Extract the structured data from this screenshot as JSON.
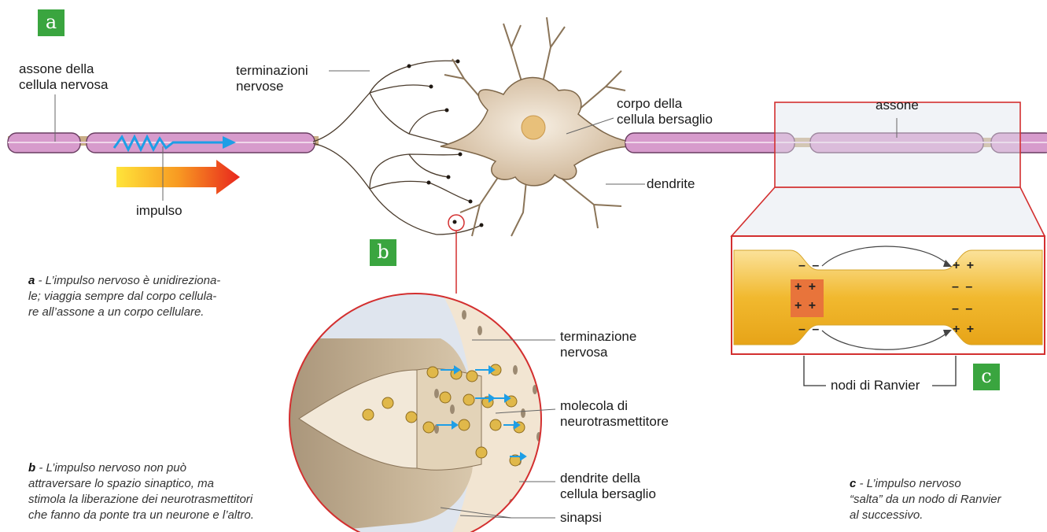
{
  "badges": {
    "a": "a",
    "b": "b",
    "c": "c"
  },
  "labels": {
    "axon_of_nerve_cell_line1": "assone della",
    "axon_of_nerve_cell_line2": "cellula nervosa",
    "nerve_endings_line1": "terminazioni",
    "nerve_endings_line2": "nervose",
    "target_cell_body_line1": "corpo della",
    "target_cell_body_line2": "cellula bersaglio",
    "dendrite": "dendrite",
    "impulse": "impulso",
    "axon": "assone",
    "nerve_ending_line1": "terminazione",
    "nerve_ending_line2": "nervosa",
    "neurotransmitter_line1": "molecola di",
    "neurotransmitter_line2": "neurotrasmettitore",
    "target_dendrite_line1": "dendrite della",
    "target_dendrite_line2": "cellula bersaglio",
    "synapses": "sinapsi",
    "ranvier_nodes": "nodi di Ranvier"
  },
  "captions": {
    "a": {
      "letter": "a",
      "text_line1": " - L’impulso nervoso è unidireziona-",
      "text_line2": "le; viaggia sempre dal corpo cellula-",
      "text_line3": "re all’assone a un corpo cellulare."
    },
    "b": {
      "letter": "b",
      "text_line1": " - L’impulso nervoso non può",
      "text_line2": "attraversare lo spazio sinaptico, ma",
      "text_line3": "stimola la liberazione dei neurotrasmettitori",
      "text_line4": "che fanno da ponte tra un neurone e l’altro."
    },
    "c": {
      "letter": "c",
      "text_line1": " - L’impulso nervoso",
      "text_line2": "“salta” da un nodo di Ranvier",
      "text_line3": "al successivo."
    }
  },
  "charges": {
    "node_left_top": "– –",
    "node_left_bottom": "– –",
    "node_right_top": "+ +",
    "node_right_bottom": "+ +",
    "box_top": "+ +",
    "box_bottom": "+ +",
    "right_mid_top": "– –",
    "right_mid_bottom": "– –"
  },
  "colors": {
    "myelin": "#d79bcc",
    "axon_core": "#c9ae86",
    "badge": "#3aa53f",
    "highlight": "#d32f2f",
    "impulse_arrow": "#1e9ee6",
    "zoom_axon": "#f3c24a",
    "charge_box": "#e8743b"
  }
}
